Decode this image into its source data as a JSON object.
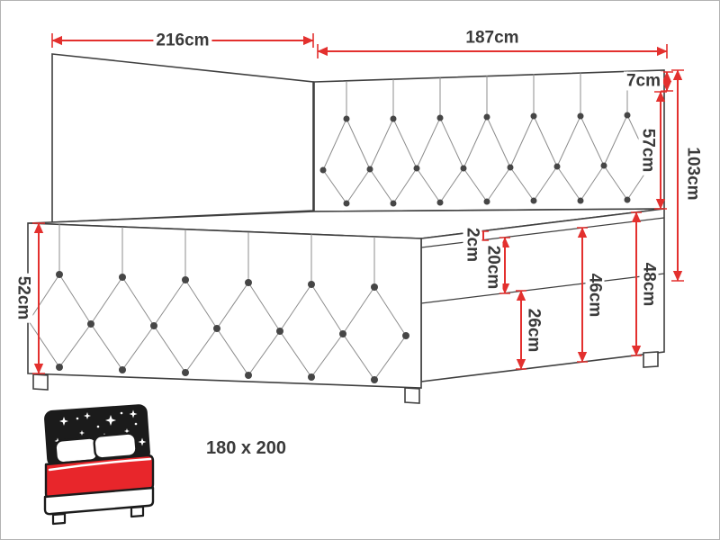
{
  "diagram": {
    "dimensions": {
      "d216": "216cm",
      "d187": "187cm",
      "d7": "7cm",
      "d57": "57cm",
      "d103": "103cm",
      "d52": "52cm",
      "d2": "2cm",
      "d20": "20cm",
      "d26": "26cm",
      "d46": "46cm",
      "d48": "48cm"
    },
    "size_badge": "180 x 200",
    "colors": {
      "dimension_red": "#e3302e",
      "ink": "#3a3a3a",
      "icon_red": "#e8262b",
      "icon_dark": "#1b1b1b"
    }
  }
}
